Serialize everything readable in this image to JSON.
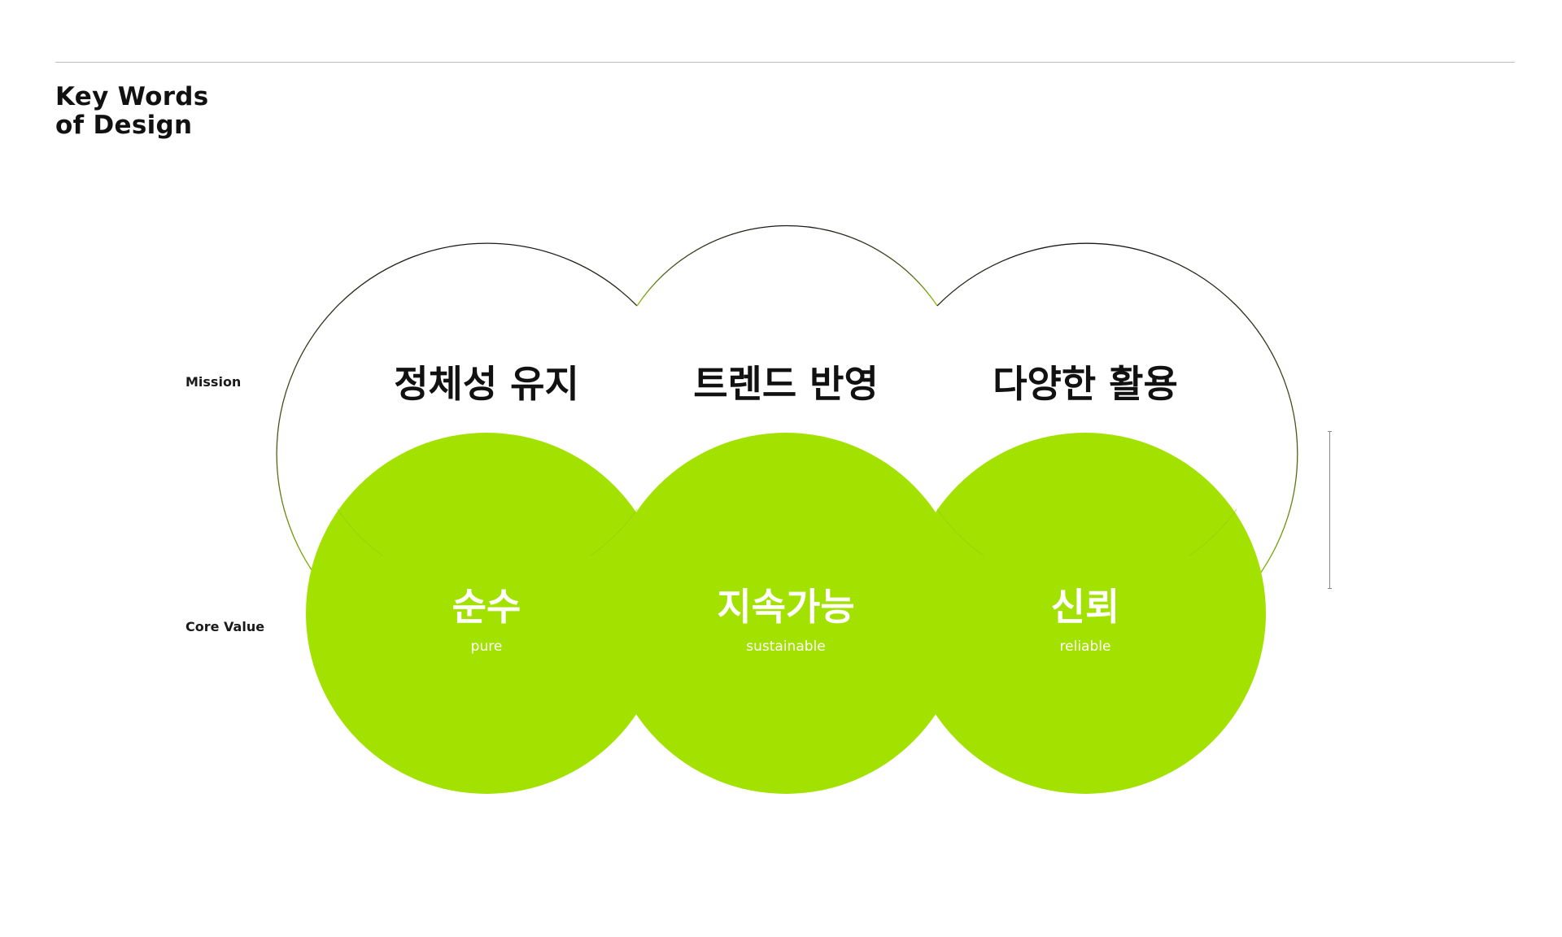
{
  "header": {
    "title_line1": "Key Words",
    "title_line2": "of Design"
  },
  "rows": {
    "mission_label": "Mission",
    "core_label": "Core Value"
  },
  "diagram": {
    "accent_color": "#a3e200",
    "outline_color": "#222222",
    "mission": [
      {
        "label": "정체성 유지"
      },
      {
        "label": "트렌드 반영"
      },
      {
        "label": "다양한 활용"
      }
    ],
    "core": [
      {
        "label": "순수",
        "sublabel": "pure"
      },
      {
        "label": "지속가능",
        "sublabel": "sustainable"
      },
      {
        "label": "신뢰",
        "sublabel": "reliable"
      }
    ]
  }
}
